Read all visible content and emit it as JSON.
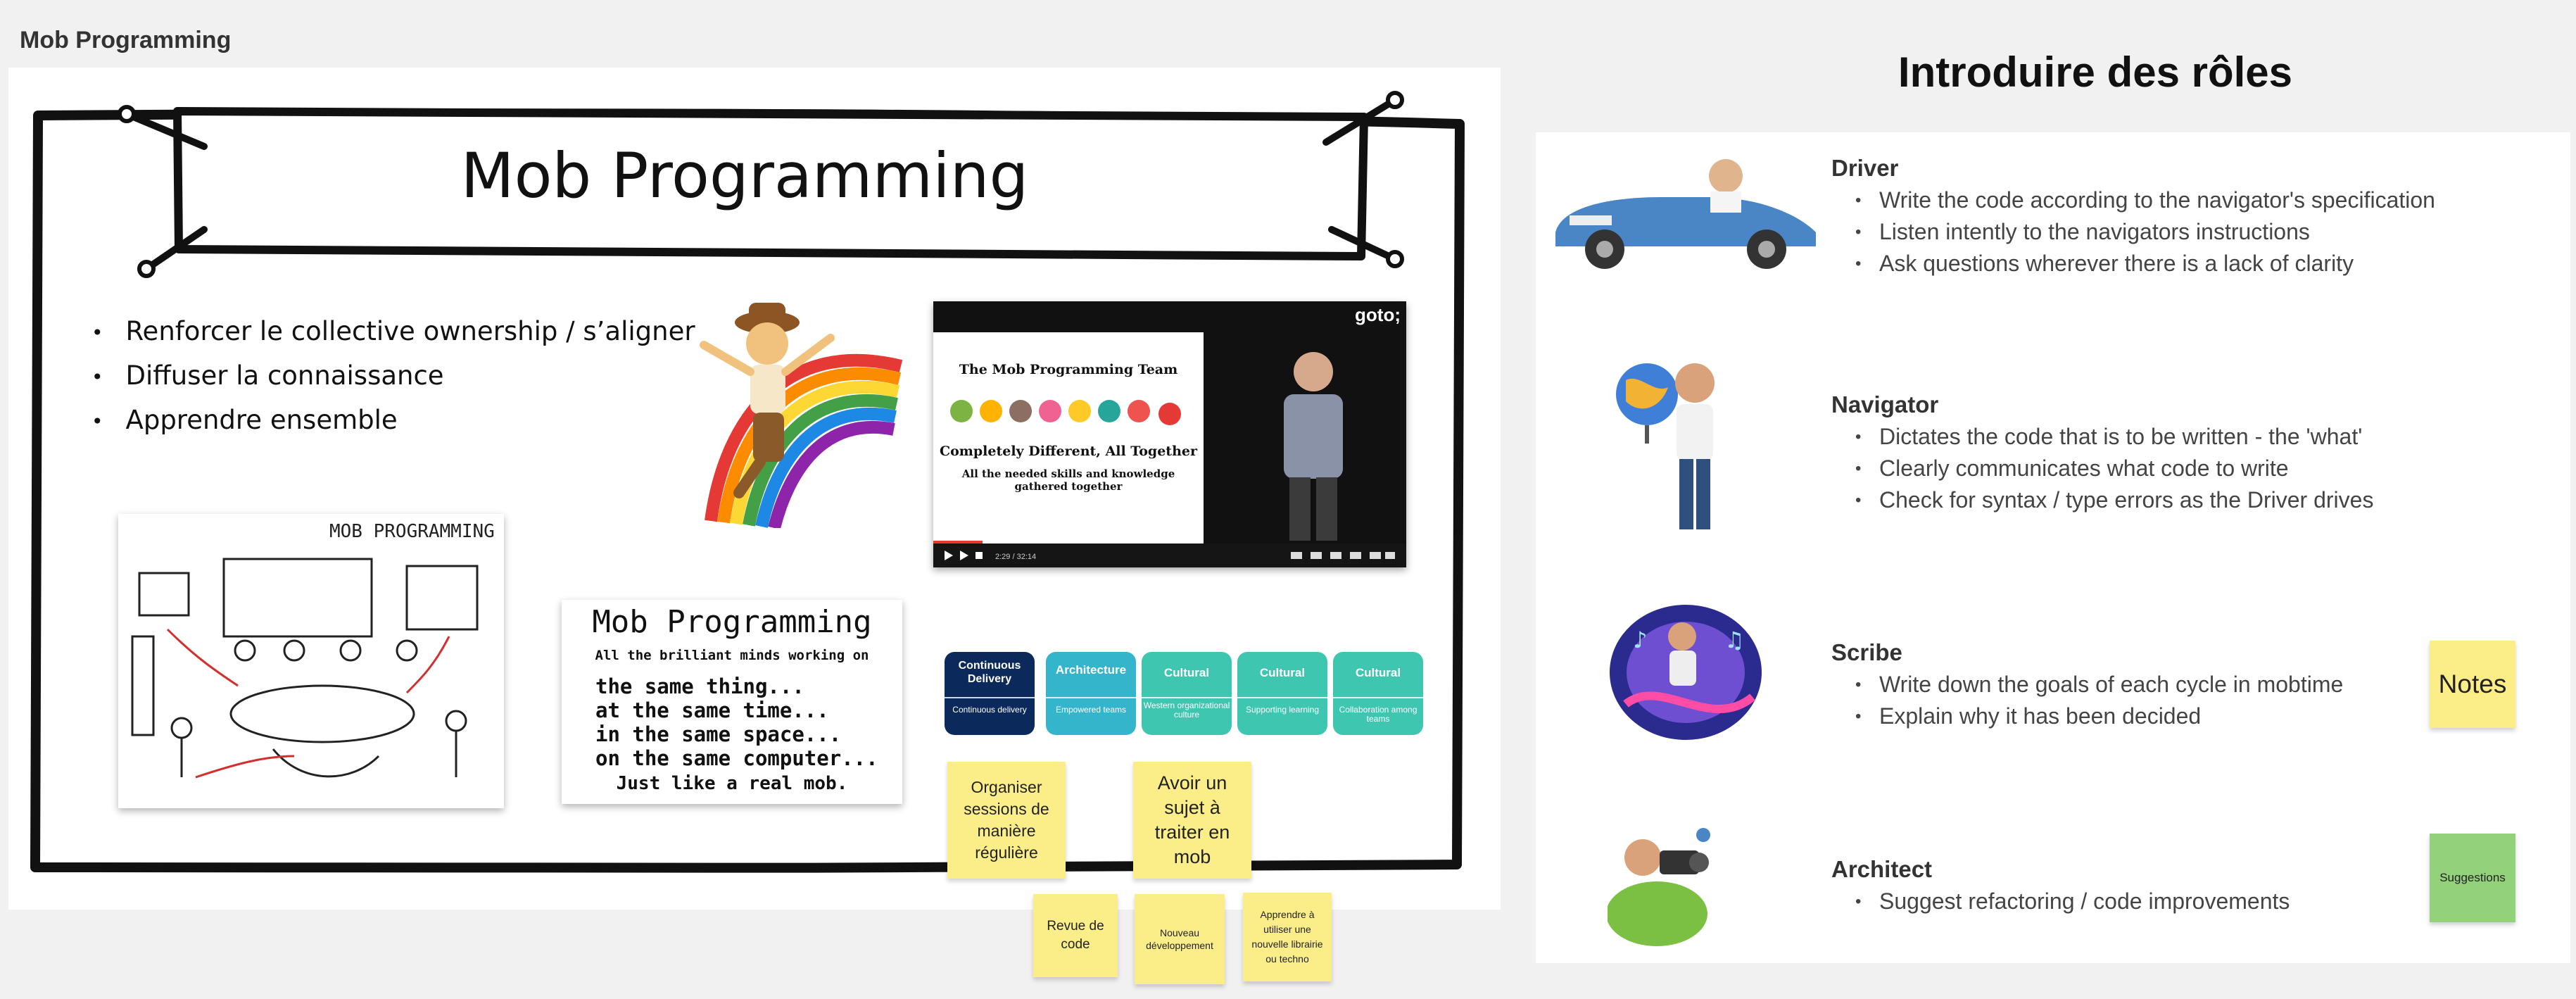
{
  "frame_label": "Mob Programming",
  "left_board": {
    "banner_title": "Mob Programming",
    "bullets": [
      "Renforcer le collective ownership / s’aligner",
      "Diffuser la connaissance",
      "Apprendre ensemble"
    ],
    "video": {
      "logo": "goto;",
      "slide_title": "The Mob Programming Team",
      "slide_line2": "Completely Different, All Together",
      "slide_line3": "All the needed skills and knowledge gathered together",
      "time": "2:29 / 32:14"
    },
    "sketch_title": "MOB PROGRAMMING",
    "poster": {
      "title": "Mob Programming",
      "subtitle": "All the brilliant minds working on",
      "lines": [
        "the same thing...",
        "at the same time...",
        "in the same space...",
        "on the same computer..."
      ],
      "footer": "Just like a real mob."
    },
    "cards": [
      {
        "title": "Continuous Delivery",
        "sub": "Continuous delivery"
      },
      {
        "title": "Architecture",
        "sub": "Empowered teams"
      },
      {
        "title": "Cultural",
        "sub": "Western organizational culture"
      },
      {
        "title": "Cultural",
        "sub": "Supporting learning"
      },
      {
        "title": "Cultural",
        "sub": "Collaboration among teams"
      }
    ],
    "stickies": [
      "Organiser sessions  de manière régulière",
      "Avoir un sujet à traiter en mob",
      "Revue de code",
      "Nouveau développement",
      "Apprendre à utiliser une nouvelle librairie ou techno"
    ]
  },
  "right_board": {
    "title": "Introduire des rôles",
    "roles": [
      {
        "name": "Driver",
        "items": [
          "Write the code according to the navigator's specification",
          "Listen intently to the navigators instructions",
          "Ask questions wherever there is a lack of clarity"
        ]
      },
      {
        "name": "Navigator",
        "items": [
          "Dictates the code that is to be written - the 'what'",
          "Clearly communicates what code to write",
          "Check for syntax / type errors as the Driver drives"
        ]
      },
      {
        "name": "Scribe",
        "items": [
          "Write down the goals of each cycle in mobtime",
          "Explain why it has been decided"
        ]
      },
      {
        "name": "Architect",
        "items": [
          "Suggest refactoring / code improvements"
        ]
      }
    ],
    "stickies": {
      "notes": "Notes",
      "suggestions": "Suggestions"
    }
  }
}
